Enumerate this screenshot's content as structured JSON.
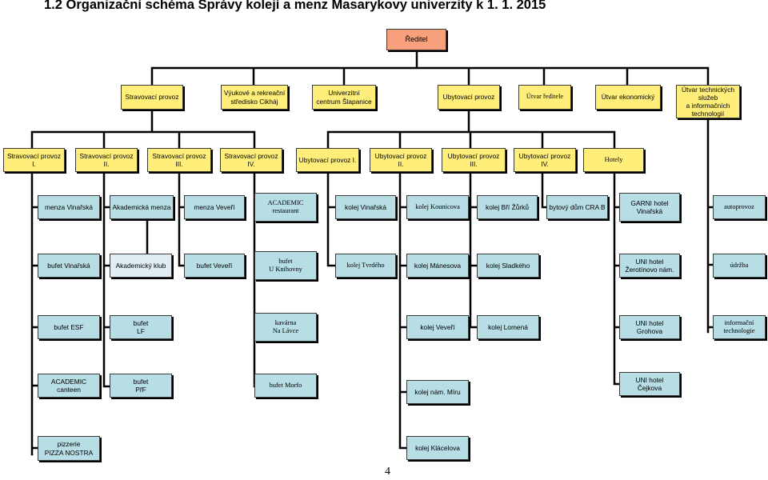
{
  "title": "1.2  Organizační schéma Správy kolejí a menz Masarykovy univerzity k 1. 1. 2015",
  "colors": {
    "director": "#f7a07c",
    "level1": "#ffef7a",
    "level2": "#ffef7a",
    "unit": "#b7dde5",
    "unit_alt": "#dfeef3",
    "line": "#000000"
  },
  "director": "Ředitel",
  "level1": [
    "Stravovací provoz",
    "Výukové a rekreační\nstředisko Cikháj",
    "Univerzitní\ncentrum Šlapanice",
    "Ubytovací provoz",
    "Útvar ředitele",
    "Útvar ekonomický",
    "Útvar technických\nslužeb\na informačních\ntechnologií"
  ],
  "level2": [
    "Stravovací provoz I.",
    "Stravovací provoz II.",
    "Stravovací provoz III.",
    "Stravovací provoz IV.",
    "Ubytovací provoz I.",
    "Ubytovací provoz II.",
    "Ubytovací provoz III.",
    "Ubytovací provoz IV.",
    "Hotely"
  ],
  "units": {
    "menza_vinarska": "menza Vinařská",
    "akademicka_menza": "Akademická menza",
    "menza_veveri": "menza Veveří",
    "academic_restaurant": "ACADEMIC\nrestaurant",
    "kolej_vinarska": "kolej Vinařská",
    "kolej_kounicova": "kolej  Kounicova",
    "kolej_bri_zurku": "kolej Bří Žůrků",
    "bytovy_dum": "bytový dům CRA B",
    "garni_hotel": "GARNI hotel\nVinařská",
    "autoprovoz": "autoprovoz",
    "bufet_vinarska": "bufet Vinařská",
    "akademicky_klub": "Akademický klub",
    "bufet_veveri": "bufet Veveří",
    "bufet_u_knihovny": "bufet\nU Knihovny",
    "kolej_tvrdeho": "kolej Tvrdého",
    "kolej_manesova": "kolej Mánesova",
    "kolej_sladkeho": "kolej Sladkého",
    "uni_hotel_zerotinovo": "UNI hotel\nŽerotínovo nám.",
    "udrzba": "údržba",
    "bufet_esf": "bufet ESF",
    "bufet_lf": "bufet\nLF",
    "kavarna": "kavárna\nNa Lávce",
    "kolej_veveri": "kolej Veveří",
    "kolej_lomena": "kolej Lomená",
    "uni_hotel_grohova": "UNI hotel\nGrohova",
    "informacni_technologie": "informační\ntechnologie",
    "academic_canteen": "ACADEMIC canteen",
    "bufet_prf": "bufet\nPřF",
    "bufet_morfo": "bufet Morfo",
    "kolej_nam_miru": "kolej nám. Míru",
    "uni_hotel_cejkova": "UNI hotel\nČejkova",
    "pizzerie": "pizzerie\nPIZZA NOSTRA",
    "kolej_klacelova": "kolej Klácelova"
  },
  "page_number": "4"
}
